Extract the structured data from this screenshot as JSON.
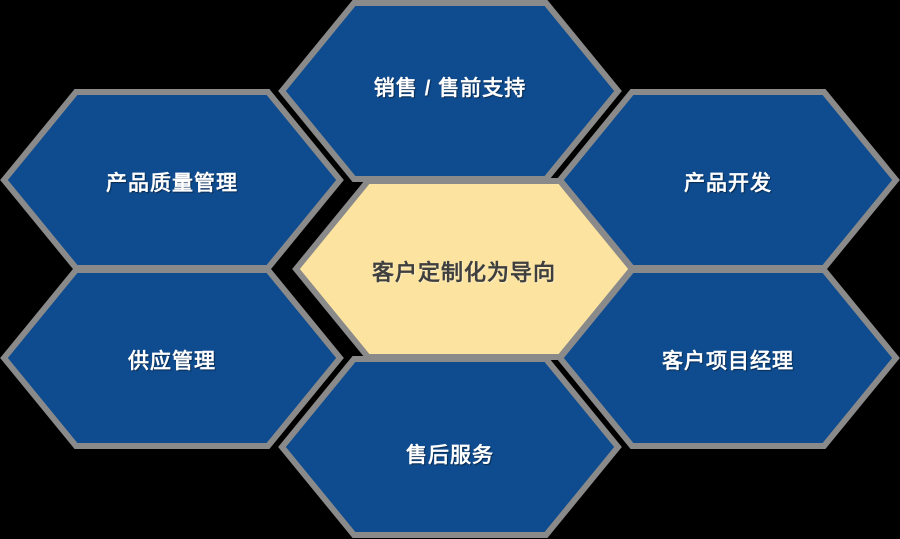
{
  "diagram": {
    "title": "客户定制化为导向",
    "background_color": "#000000",
    "hex_fill_blue": "#0f4c8f",
    "hex_fill_yellow": "#fce4a0",
    "hex_border_color": "#8a8a8a",
    "blue_text_color": "#ffffff",
    "center_text_color": "#3f3f3f",
    "center": {
      "label": "客户定制化为导向",
      "fill": "#fce4a0",
      "text_color": "#3f3f3f"
    },
    "nodes": [
      {
        "id": "top",
        "label": "销售 / 售前支持",
        "fill": "#0f4c8f",
        "text_color": "#ffffff",
        "position": "top"
      },
      {
        "id": "top-left",
        "label": "产品质量管理",
        "fill": "#0f4c8f",
        "text_color": "#ffffff",
        "position": "top-left"
      },
      {
        "id": "top-right",
        "label": "产品开发",
        "fill": "#0f4c8f",
        "text_color": "#ffffff",
        "position": "top-right"
      },
      {
        "id": "bottom-left",
        "label": "供应管理",
        "fill": "#0f4c8f",
        "text_color": "#ffffff",
        "position": "bottom-left"
      },
      {
        "id": "bottom-right",
        "label": "客户项目经理",
        "fill": "#0f4c8f",
        "text_color": "#ffffff",
        "position": "bottom-right"
      },
      {
        "id": "bottom",
        "label": "售后服务",
        "fill": "#0f4c8f",
        "text_color": "#ffffff",
        "position": "bottom"
      }
    ]
  }
}
